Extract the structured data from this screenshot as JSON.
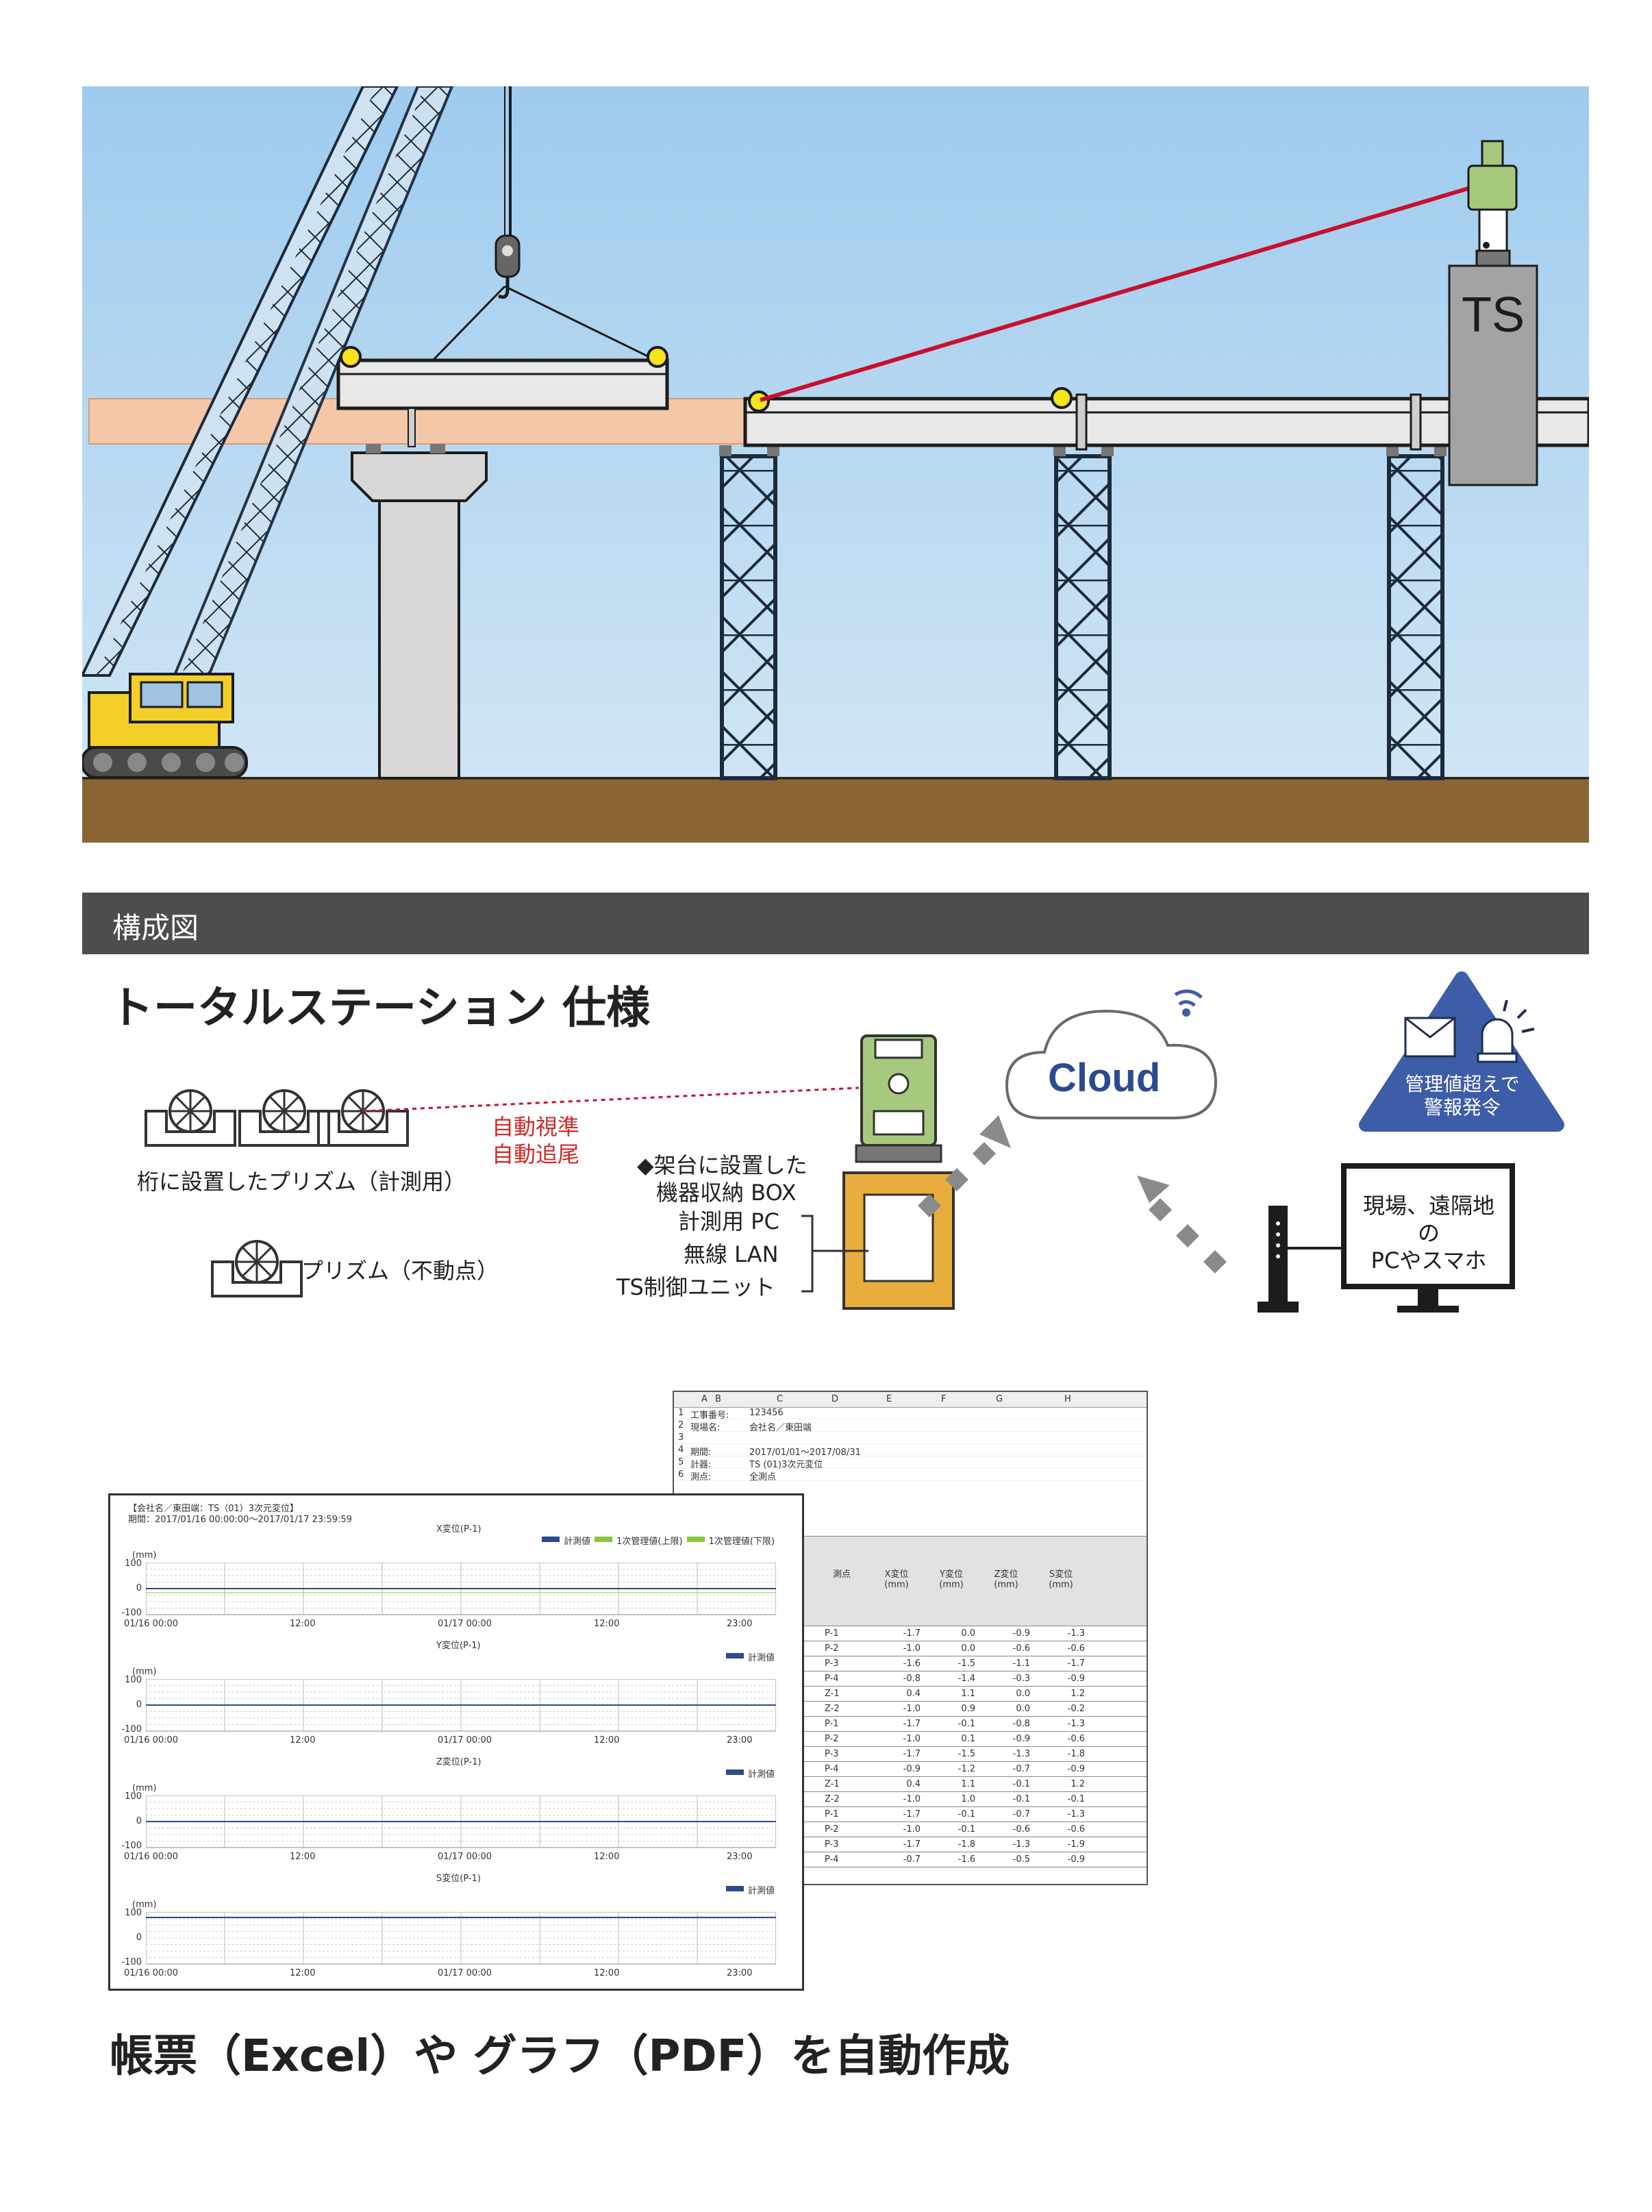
{
  "scene": {
    "ts_label": "TS"
  },
  "section_band": {
    "title": "構成図"
  },
  "config": {
    "heading": "トータルステーション 仕様",
    "prism_girder_label": "桁に設置したプリズム（計測用）",
    "prism_fixed_label": "プリズム（不動点）",
    "auto_label_1": "自動視準",
    "auto_label_2": "自動追尾",
    "box_title_1": "◆架台に設置した",
    "box_title_2": "機器収納 BOX",
    "box_items": [
      "計測用 PC",
      "無線 LAN",
      "TS制御ユニット"
    ],
    "cloud_label": "Cloud",
    "alert_line_1": "管理値超えで",
    "alert_line_2": "警報発令",
    "monitor_line_1": "現場、遠隔地の",
    "monitor_line_2": "PCやスマホ",
    "colors": {
      "accent_blue": "#2e4a8e",
      "alert_bg": "#3e5da8",
      "box_orange": "#e9ad3d",
      "ts_green": "#a7c97e",
      "laser_red": "#c8102e"
    }
  },
  "spreadsheet": {
    "col_headers": [
      "A",
      "B",
      "C",
      "D",
      "E",
      "F",
      "G",
      "H"
    ],
    "info_rows": [
      [
        "1",
        "工事番号:",
        "123456"
      ],
      [
        "2",
        "現場名:",
        "会社名／東田端"
      ],
      [
        "3",
        "",
        ""
      ],
      [
        "4",
        "期間:",
        "2017/01/01〜2017/08/31"
      ],
      [
        "5",
        "計器:",
        "TS (01)3次元変位"
      ],
      [
        "6",
        "測点:",
        "全測点"
      ]
    ],
    "table_headers": [
      "測点",
      "X変位\n(mm)",
      "Y変位\n(mm)",
      "Z変位\n(mm)",
      "S変位\n(mm)"
    ],
    "rows": [
      [
        "P-1",
        "-1.7",
        "0.0",
        "-0.9",
        "-1.3"
      ],
      [
        "P-2",
        "-1.0",
        "0.0",
        "-0.6",
        "-0.6"
      ],
      [
        "P-3",
        "-1.6",
        "-1.5",
        "-1.1",
        "-1.7"
      ],
      [
        "P-4",
        "-0.8",
        "-1.4",
        "-0.3",
        "-0.9"
      ],
      [
        "Z-1",
        "0.4",
        "1.1",
        "0.0",
        "1.2"
      ],
      [
        "Z-2",
        "-1.0",
        "0.9",
        "0.0",
        "-0.2"
      ],
      [
        "P-1",
        "-1.7",
        "-0.1",
        "-0.8",
        "-1.3"
      ],
      [
        "P-2",
        "-1.0",
        "0.1",
        "-0.9",
        "-0.6"
      ],
      [
        "P-3",
        "-1.7",
        "-1.5",
        "-1.3",
        "-1.8"
      ],
      [
        "P-4",
        "-0.9",
        "-1.2",
        "-0.7",
        "-0.9"
      ],
      [
        "Z-1",
        "0.4",
        "1.1",
        "-0.1",
        "1.2"
      ],
      [
        "Z-2",
        "-1.0",
        "1.0",
        "-0.1",
        "-0.1"
      ],
      [
        "P-1",
        "-1.7",
        "-0.1",
        "-0.7",
        "-1.3"
      ],
      [
        "P-2",
        "-1.0",
        "-0.1",
        "-0.6",
        "-0.6"
      ],
      [
        "P-3",
        "-1.7",
        "-1.8",
        "-1.3",
        "-1.9"
      ],
      [
        "P-4",
        "-0.7",
        "-1.6",
        "-0.5",
        "-0.9"
      ]
    ]
  },
  "pdf_report": {
    "header_1": "【会社名／東田端：TS（01）3次元変位】",
    "header_2": "期間：2017/01/16 00:00:00〜2017/01/17 23:59:59",
    "legend_first": [
      "計測値",
      "1次管理値(上限)",
      "1次管理値(下限)"
    ],
    "legend_single": "計測値",
    "legend_colors": [
      "#2e4a8e",
      "#8cc63f",
      "#8cc63f"
    ],
    "unit": "(mm)",
    "y_ticks": [
      "100",
      "0",
      "-100"
    ],
    "x_ticks": [
      "01/16 00:00",
      "12:00",
      "01/17 00:00",
      "12:00",
      "23:00"
    ],
    "panels": [
      {
        "title": "X変位(P-1)"
      },
      {
        "title": "Y変位(P-1)"
      },
      {
        "title": "Z変位(P-1)"
      },
      {
        "title": "S変位(P-1)"
      }
    ]
  },
  "bottom": {
    "caption": "帳票（Excel）や グラフ（PDF）を自動作成"
  }
}
